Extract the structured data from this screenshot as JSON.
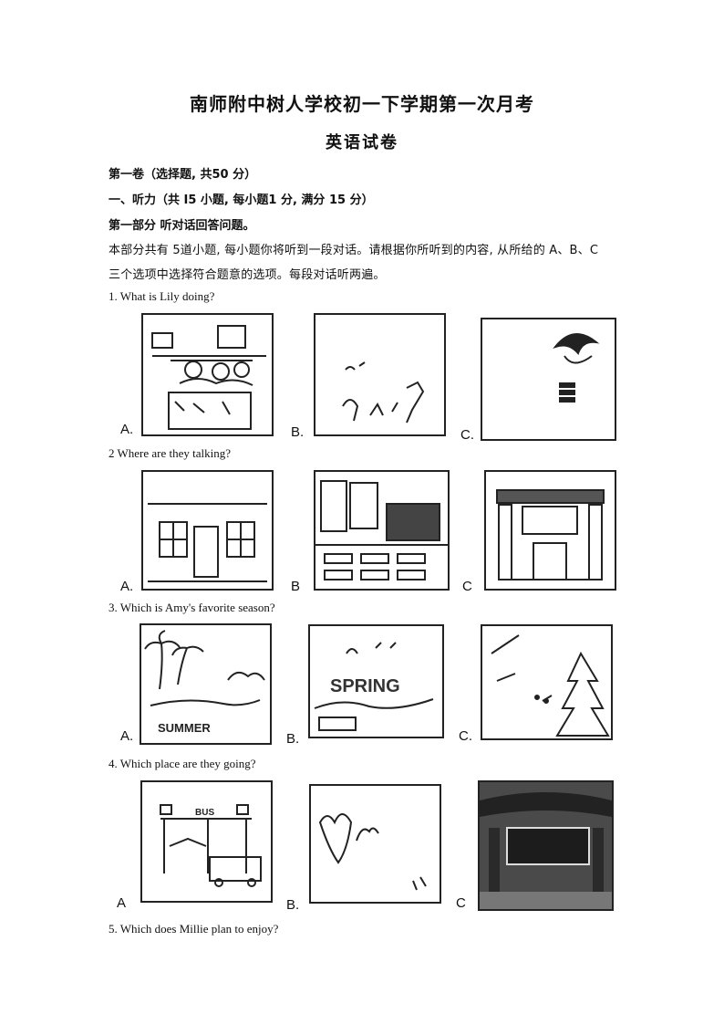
{
  "header": {
    "title": "南师附中树人学校初一下学期第一次月考",
    "subtitle": "英语试卷"
  },
  "sections": {
    "volume": "第一卷（选择题, 共50 分）",
    "part_one": "一、听力（共 I5 小题, 每小题1 分, 满分 15 分）",
    "part_one_sub": "第一部分  听对话回答问题。",
    "instructions_line1": "本部分共有 5道小题, 每小题你将听到一段对话。请根据你所听到的内容, 从所给的 A、B、C",
    "instructions_line2": "三个选项中选择符合题意的选项。每段对话听两遍。"
  },
  "questions": [
    {
      "text": "1. What is Lily doing?",
      "options": [
        "A.",
        "B.",
        "C."
      ]
    },
    {
      "text": "2 Where are they talking?",
      "options": [
        "A.",
        "B",
        "C"
      ]
    },
    {
      "text": "3. Which is Amy's favorite season?",
      "options": [
        "A.",
        "B.",
        "C."
      ]
    },
    {
      "text": "4. Which place are they going?",
      "options": [
        "A",
        "B.",
        "C"
      ]
    },
    {
      "text": "5. Which does Millie  plan to enjoy?"
    }
  ],
  "picture_words": {
    "q3_a": "SUMMER",
    "q3_b": "SPRING",
    "q4_a": "BUS"
  }
}
